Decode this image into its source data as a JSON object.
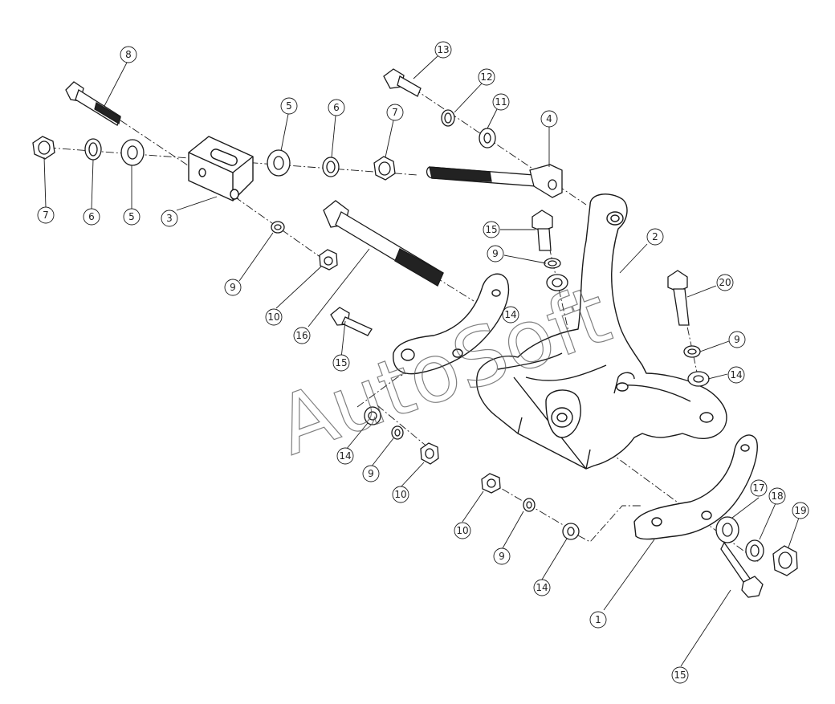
{
  "watermark": "AutoSoft",
  "colors": {
    "stroke": "#1a1a1a",
    "fill": "#ffffff",
    "shade": "#222222",
    "watermark": "#555555"
  },
  "callouts": [
    {
      "id": "c8",
      "text": "8"
    },
    {
      "id": "c13",
      "text": "13"
    },
    {
      "id": "c12",
      "text": "12"
    },
    {
      "id": "c11",
      "text": "11"
    },
    {
      "id": "c5a",
      "text": "5"
    },
    {
      "id": "c6a",
      "text": "6"
    },
    {
      "id": "c7a",
      "text": "7"
    },
    {
      "id": "c4",
      "text": "4"
    },
    {
      "id": "c7b",
      "text": "7"
    },
    {
      "id": "c6b",
      "text": "6"
    },
    {
      "id": "c5b",
      "text": "5"
    },
    {
      "id": "c3",
      "text": "3"
    },
    {
      "id": "c15a",
      "text": "15"
    },
    {
      "id": "c2",
      "text": "2"
    },
    {
      "id": "c9a",
      "text": "9"
    },
    {
      "id": "c20",
      "text": "20"
    },
    {
      "id": "c9b",
      "text": "9"
    },
    {
      "id": "c10a",
      "text": "10"
    },
    {
      "id": "c14a",
      "text": "14"
    },
    {
      "id": "c16",
      "text": "16"
    },
    {
      "id": "c15b",
      "text": "15"
    },
    {
      "id": "c9c",
      "text": "9"
    },
    {
      "id": "c14b",
      "text": "14"
    },
    {
      "id": "c14c",
      "text": "14"
    },
    {
      "id": "c9d",
      "text": "9"
    },
    {
      "id": "c10b",
      "text": "10"
    },
    {
      "id": "c10c",
      "text": "10"
    },
    {
      "id": "c9e",
      "text": "9"
    },
    {
      "id": "c14d",
      "text": "14"
    },
    {
      "id": "c17",
      "text": "17"
    },
    {
      "id": "c18",
      "text": "18"
    },
    {
      "id": "c19",
      "text": "19"
    },
    {
      "id": "c1",
      "text": "1"
    },
    {
      "id": "c15c",
      "text": "15"
    }
  ]
}
